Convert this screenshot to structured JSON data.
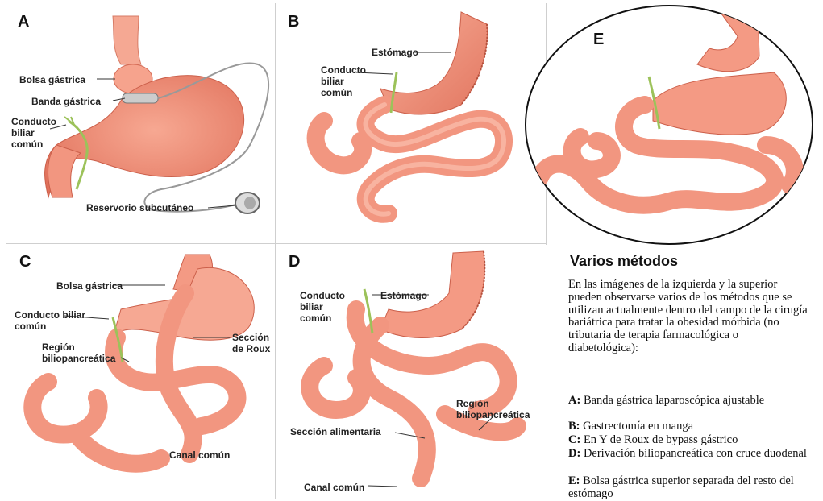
{
  "panels": {
    "A": {
      "letter": "A",
      "labels": {
        "bolsa": "Bolsa gástrica",
        "banda": "Banda gástrica",
        "conducto": "Conducto\nbiliar\ncomún",
        "reservorio": "Reservorio subcutáneo"
      }
    },
    "B": {
      "letter": "B",
      "labels": {
        "estomago": "Estómago",
        "conducto": "Conducto\nbiliar\ncomún"
      }
    },
    "C": {
      "letter": "C",
      "labels": {
        "bolsa": "Bolsa gástrica",
        "conducto": "Conducto biliar\ncomún",
        "region": "Región\nbiliopancreática",
        "seccion_roux": "Sección\nde Roux",
        "canal": "Canal común"
      }
    },
    "D": {
      "letter": "D",
      "labels": {
        "conducto": "Conducto\nbiliar\ncomún",
        "estomago": "Estómago",
        "region": "Región\nbiliopancreática",
        "seccion_alimentaria": "Sección alimentaria",
        "canal": "Canal común"
      }
    },
    "E": {
      "letter": "E"
    }
  },
  "caption": {
    "title": "Varios métodos",
    "intro": "En las imágenes de la izquierda y la superior pueden observarse varios de los métodos que se utilizan actualmente dentro del campo de la cirugía bariátrica para tratar la obesidad mórbida (no tributaria de terapia farmacológica o diabetológica):",
    "methods": [
      {
        "key": "A:",
        "text": " Banda gástrica laparoscópica ajustable"
      },
      {
        "key": "B:",
        "text": " Gastrectomía en manga"
      },
      {
        "key": "C:",
        "text": " En Y de Roux de bypass gástrico"
      },
      {
        "key": "D:",
        "text": " Derivación biliopancreática con cruce duodenal"
      },
      {
        "key": "E:",
        "text": " Bolsa gástrica superior separada del resto del estómago"
      }
    ]
  },
  "colors": {
    "organ": "#f3917a",
    "organ_dark": "#d9644f",
    "organ_light": "#fbc6b6",
    "bile": "#9cc25a",
    "line": "#333333"
  }
}
